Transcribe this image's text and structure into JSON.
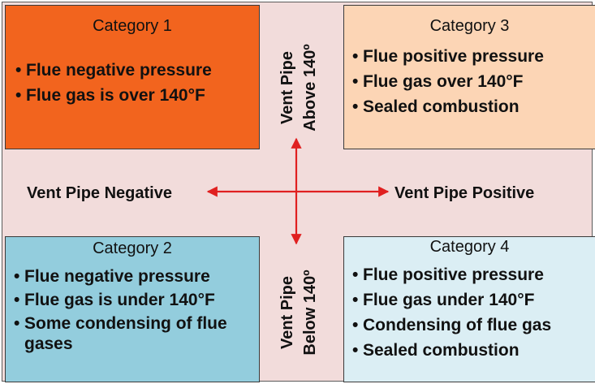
{
  "quadrants": {
    "category1": {
      "title": "Category 1",
      "items": [
        "Flue negative pressure",
        "Flue gas is over 140°F"
      ],
      "color": "#f2641e"
    },
    "category3": {
      "title": "Category 3",
      "items": [
        "Flue positive pressure",
        "Flue gas over 140°F",
        "Sealed combustion"
      ],
      "color": "#fcd5b5"
    },
    "category2": {
      "title": "Category 2",
      "items": [
        "Flue negative pressure",
        "Flue gas is under 140°F",
        "Some condensing of flue gases"
      ],
      "color": "#93cddd"
    },
    "category4": {
      "title": "Category 4",
      "items": [
        "Flue positive pressure",
        "Flue gas under 140°F",
        "Condensing of flue gas",
        "Sealed combustion"
      ],
      "color": "#dbeef4"
    }
  },
  "axes": {
    "left": "Vent Pipe Negative",
    "right": "Vent Pipe Positive",
    "top": [
      "Vent Pipe",
      "Above 140º"
    ],
    "bottom": [
      "Vent Pipe",
      "Below 140º"
    ],
    "arrow_color": "#e02020",
    "background_color": "#f2dcdb"
  },
  "bullet": "•"
}
